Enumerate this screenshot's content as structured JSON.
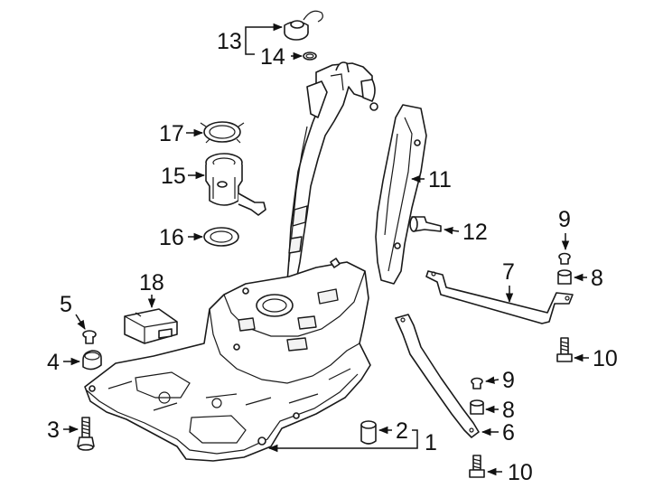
{
  "callouts": {
    "c1": "1",
    "c2": "2",
    "c3": "3",
    "c4": "4",
    "c5": "5",
    "c6": "6",
    "c7": "7",
    "c8a": "8",
    "c8b": "8",
    "c9a": "9",
    "c9b": "9",
    "c10a": "10",
    "c10b": "10",
    "c11": "11",
    "c12": "12",
    "c13": "13",
    "c14": "14",
    "c15": "15",
    "c16": "16",
    "c17": "17",
    "c18": "18"
  },
  "colors": {
    "line": "#1a1a1a",
    "background": "#ffffff"
  }
}
